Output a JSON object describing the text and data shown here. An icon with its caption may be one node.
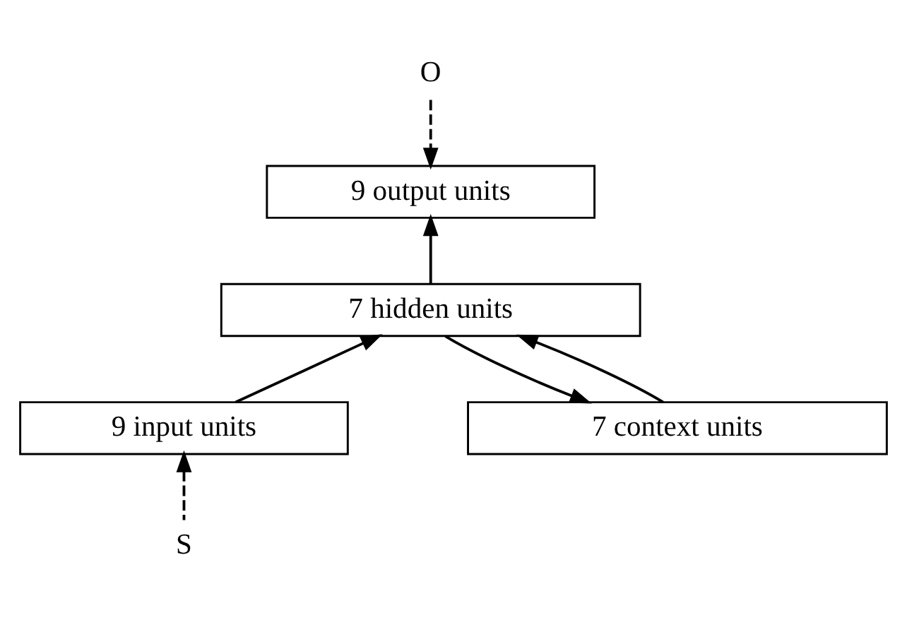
{
  "diagram": {
    "nodes": [
      {
        "text": [
          "O"
        ]
      },
      {
        "text": [
          "9 output units"
        ]
      },
      {
        "text": [
          "7 hidden units"
        ]
      },
      {
        "text": [
          "9 input units"
        ]
      },
      {
        "text": [
          "7 context units"
        ]
      },
      {
        "text": [
          "S"
        ]
      }
    ],
    "edges": [
      {
        "from": 0,
        "to": 1,
        "arrow": "to",
        "style": "dashed"
      },
      {
        "from": 2,
        "to": 1,
        "arrow": "to"
      },
      {
        "from": 3,
        "to": 2,
        "arrow": "to"
      },
      {
        "from": 4,
        "to": 2,
        "arrow": "to"
      },
      {
        "from": 2,
        "to": 4,
        "arrow": "to"
      },
      {
        "from": 5,
        "to": 3,
        "arrow": "to",
        "style": "dashed"
      }
    ]
  }
}
